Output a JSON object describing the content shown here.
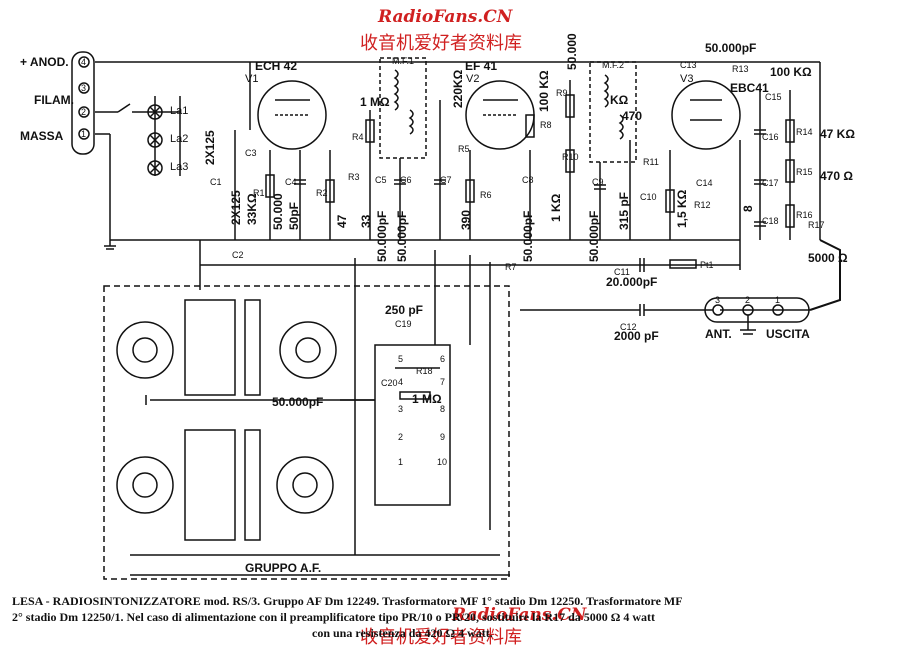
{
  "watermark": {
    "site": "RadioFans.CN",
    "chinese": "收音机爱好者资料库"
  },
  "terminals_left": [
    "+ ANOD.",
    "FILAM.",
    "MASSA"
  ],
  "terminal_numbers": [
    "4",
    "3",
    "2",
    "1"
  ],
  "lamps": [
    "La1",
    "La2",
    "La3"
  ],
  "tubes": [
    "ECH 42",
    "EF 41",
    "EBC41"
  ],
  "tube_refs": [
    "V1",
    "V2",
    "V3"
  ],
  "if_transformers": [
    "M.F.1",
    "M.F.2"
  ],
  "components": {
    "c13_value": "50.000pF",
    "r13_value": "100 KΩ",
    "r14_value": "47 KΩ",
    "r15_value": "470 Ω",
    "r17_value": "5000 Ω",
    "c11_value": "20.000pF",
    "c12_value": "2000 pF",
    "c19_value": "250 pF",
    "c20_value": "50.000pF",
    "r18_value": "1 MΩ",
    "v_2x125": "2X125",
    "v_2x125b": "2X125",
    "v_33k": "33KΩ",
    "v_50000a": "50.000",
    "v_50pf": "50pF",
    "v_47": "47",
    "v_33": "33",
    "v_50000b": "50.000pF",
    "v_50000c": "50.000pF",
    "v_390": "390",
    "v_50000d": "50.000pF",
    "v_1k": "1 KΩ",
    "v_50000e": "50.000pF",
    "v_315pf": "315 pF",
    "v_15k": "1,5 KΩ",
    "v_8": "8",
    "v_1mohm": "1 MΩ",
    "v_220k": "220KΩ",
    "v_100k": "100 KΩ",
    "v_50000top": "50.000",
    "v_470": "470",
    "v_ko": "KΩ"
  },
  "component_refs": [
    "C1",
    "C2",
    "C3",
    "C4",
    "C5",
    "C6",
    "C7",
    "C8",
    "C9",
    "C10",
    "C11",
    "C12",
    "C13",
    "C14",
    "C15",
    "C16",
    "C17",
    "C18",
    "C19",
    "C20",
    "R1",
    "R2",
    "R3",
    "R4",
    "R5",
    "R6",
    "R7",
    "R8",
    "R9",
    "R10",
    "R11",
    "R12",
    "R13",
    "R14",
    "R15",
    "R16",
    "R17",
    "R18",
    "Pt1"
  ],
  "output_terminals": [
    "ANT.",
    "USCITA"
  ],
  "output_terminal_numbers": [
    "3",
    "2",
    "1"
  ],
  "switch_pins": [
    "5",
    "6",
    "4",
    "7",
    "3",
    "8",
    "2",
    "9",
    "1",
    "10"
  ],
  "group_label": "GRUPPO A.F.",
  "caption": {
    "line1": "LESA - RADIOSINTONIZZATORE mod. RS/3. Gruppo AF Dm 12249. Trasformatore MF 1° stadio Dm 12250. Trasformatore MF",
    "line2": "2° stadio Dm 12250/1. Nel caso di alimentazione con il preamplificatore tipo PR/10 o PR/20, sostituire la R17 da 5000 Ω 4 watt",
    "line3": "con una resistenza da 420 Ω 4 watt."
  }
}
